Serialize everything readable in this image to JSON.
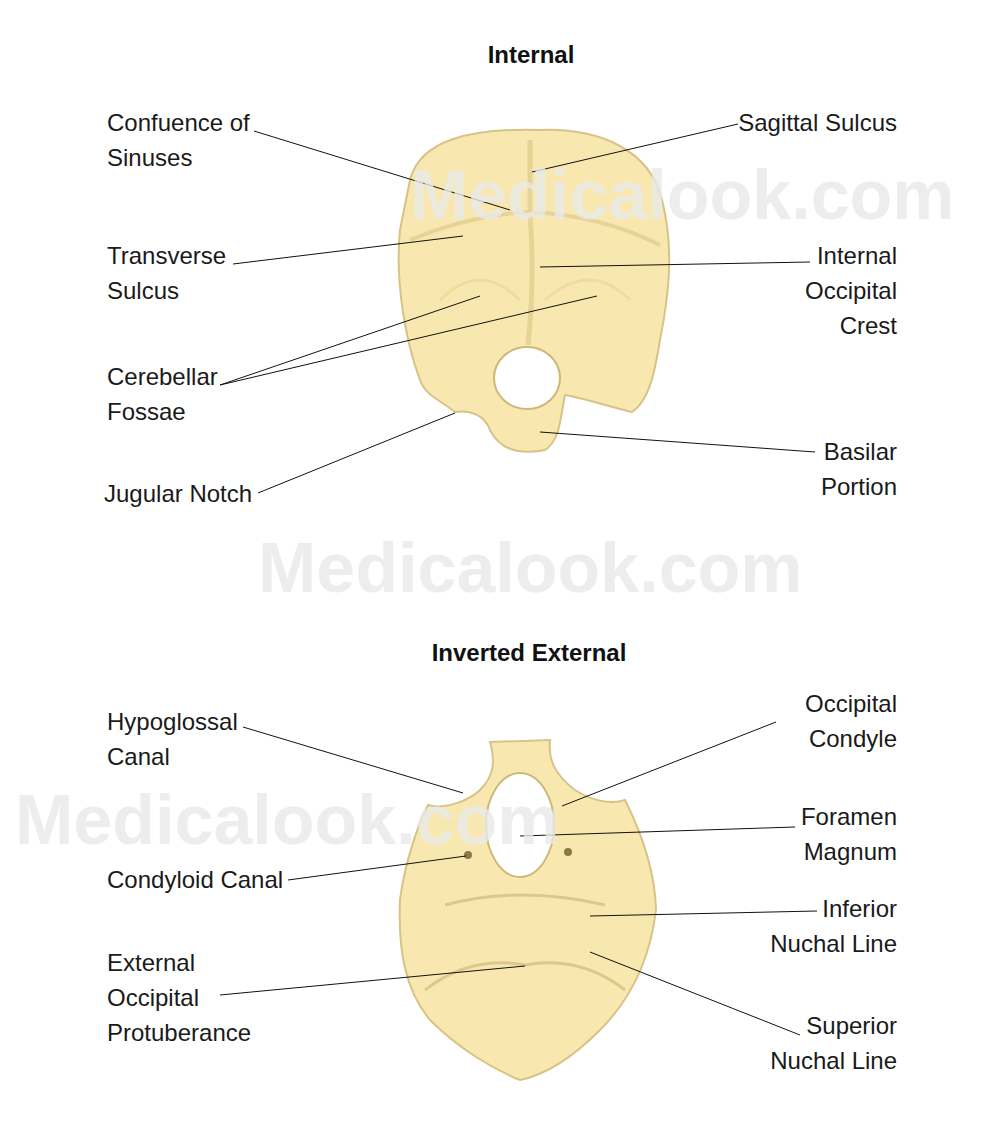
{
  "diagram": {
    "labels": [
      "Internal",
      "Confuence of Sinuses",
      "Sagittal Sulcus",
      "Transverse Sulcus",
      "Internal Occipital Crest",
      "Cerebellar Fossae",
      "Jugular Notch",
      "Basilar Portion",
      "Medicalook.com",
      "Medicalook.com",
      "Inverted External",
      "Hypoglossal Canal",
      "Occipital Condyle",
      "Condyloid Canal",
      "Foramen Magnum",
      "External Occipital Protuberance",
      "Inferior Nuchal Line",
      "Superior Nuchal Line",
      "Medicalook.com"
    ]
  }
}
